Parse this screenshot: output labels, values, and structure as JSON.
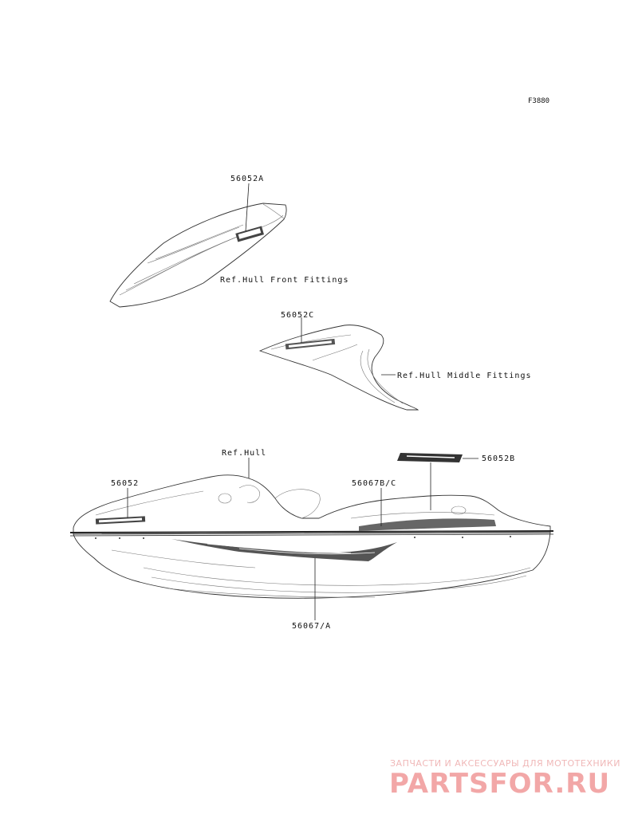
{
  "figure_code": "F3880",
  "parts": {
    "p56052A": "56052A",
    "p56052C": "56052C",
    "p56052B": "56052B",
    "p56052": "56052",
    "p56067BC": "56067B/C",
    "p56067A": "56067/A"
  },
  "references": {
    "hull_front": "Ref.Hull Front Fittings",
    "hull_middle": "Ref.Hull Middle Fittings",
    "hull": "Ref.Hull"
  },
  "watermark": {
    "subtitle": "ЗАПЧАСТИ И АКСЕССУАРЫ ДЛЯ МОТОТЕХНИКИ",
    "brand": "PARTSFOR.RU"
  }
}
